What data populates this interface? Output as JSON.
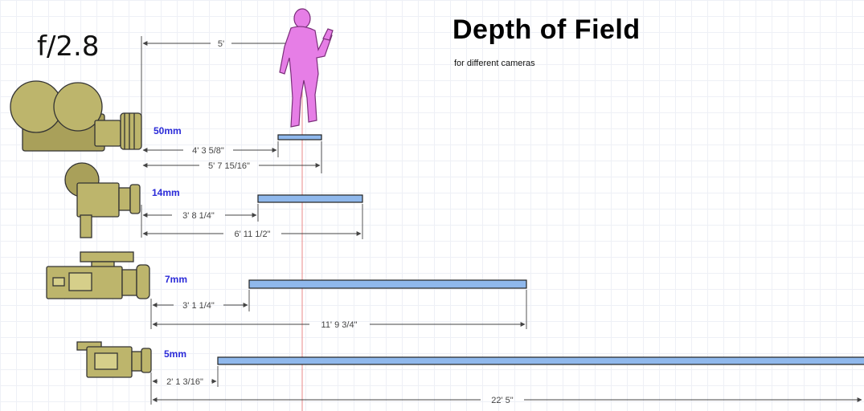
{
  "header": {
    "f_stop": "f/2.8",
    "title": "Depth of Field",
    "subtitle": "for different cameras"
  },
  "subject_distance_label": "5'",
  "cameras": [
    {
      "lens": "50mm",
      "near": "4' 3 5/8\"",
      "far": "5' 7 15/16\"",
      "icon": "film-camera-icon"
    },
    {
      "lens": "14mm",
      "near": "3' 8 1/4\"",
      "far": "6' 11 1/2\"",
      "icon": "movie-camera-icon"
    },
    {
      "lens": "7mm",
      "near": "3' 1 1/4\"",
      "far": "11' 9 3/4\"",
      "icon": "video-camera-icon"
    },
    {
      "lens": "5mm",
      "near": "2' 1 3/16\"",
      "far": "22' 5\"",
      "icon": "camcorder-icon"
    }
  ],
  "colors": {
    "dof_bar": "#8fb8ec",
    "subject": "#e67ee6",
    "camera": "#bdb56c",
    "focus_line": "#e88a8a",
    "lens_label": "#2a2ad8"
  }
}
